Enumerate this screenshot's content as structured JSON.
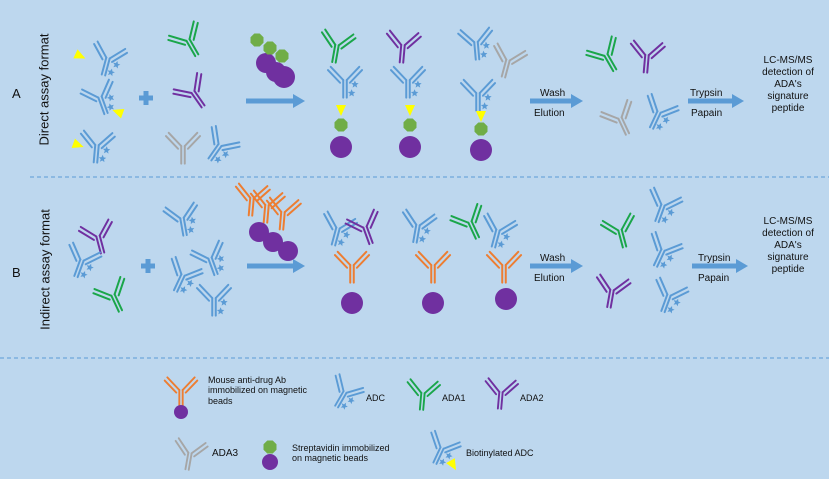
{
  "rows": {
    "a": {
      "letter": "A",
      "format_label": "Direct assay format"
    },
    "b": {
      "letter": "B",
      "format_label": "Indirect assay format"
    }
  },
  "steps": {
    "wash": "Wash",
    "elution": "Elution",
    "trypsin": "Trypsin",
    "papain": "Papain",
    "detection_lines": [
      "LC-MS/MS",
      "detection of",
      "ADA's",
      "signature",
      "peptide"
    ]
  },
  "legend": {
    "mouse_ab": [
      "Mouse anti-drug Ab",
      "immobilized on magnetic",
      "beads"
    ],
    "adc": "ADC",
    "ada1": "ADA1",
    "ada2": "ADA2",
    "ada3": "ADA3",
    "streptavidin": [
      "Streptavidin immobilized",
      "on magnetic beads"
    ],
    "biotinylated_adc": "Biotinylated ADC"
  },
  "colors": {
    "background": "#bdd7ee",
    "adc": "#5b9bd5",
    "ada1": "#1aa64a",
    "ada2": "#7030a0",
    "ada3": "#a6a6a6",
    "mouse_ab": "#ed7d31",
    "bead": "#7030a0",
    "streptavidin": "#70ad47",
    "biotin": "#ffff00",
    "arrow": "#5b9bd5",
    "divider": "#5b9bd5"
  }
}
